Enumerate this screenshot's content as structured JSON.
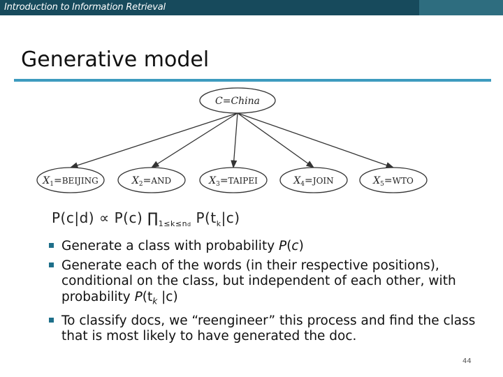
{
  "header": {
    "course_title": "Introduction to Information Retrieval"
  },
  "slide": {
    "title": "Generative model",
    "page_number": "44"
  },
  "diagram": {
    "root": {
      "var": "C",
      "value": "China"
    },
    "children": [
      {
        "var": "X",
        "sub": "1",
        "value": "BEIJING"
      },
      {
        "var": "X",
        "sub": "2",
        "value": "AND"
      },
      {
        "var": "X",
        "sub": "3",
        "value": "TAIPEI"
      },
      {
        "var": "X",
        "sub": "4",
        "value": "JOIN"
      },
      {
        "var": "X",
        "sub": "5",
        "value": "WTO"
      }
    ]
  },
  "formula": {
    "lhs": "P(c|d) ∝ P(c) ∏",
    "sub": "1≤k≤n",
    "sub2": "d",
    "rhs": " P(t",
    "rhs_sub": "k",
    "rhs_end": "|c)"
  },
  "bullets": [
    {
      "pre": "Generate a class with probability ",
      "italic": "P",
      "post": "(",
      "italic2": "c",
      "post2": ")",
      "sub": "",
      "end": ""
    },
    {
      "pre": "Generate each of the words (in their respective positions), conditional on the class, but independent of each other, with probability ",
      "italic": "P",
      "post": "(t",
      "italic2": "",
      "post2": "",
      "sub": "k",
      "end": " |c)"
    },
    {
      "pre": "To classify docs, we “reengineer” this process and find the class that is most likely to have generated the doc.",
      "italic": "",
      "post": "",
      "italic2": "",
      "post2": "",
      "sub": "",
      "end": ""
    }
  ],
  "colors": {
    "header_bg": "#174a5c",
    "header_accent": "#2e6d7f",
    "rule": "#3d9bbf",
    "bullet": "#1e6f8a"
  }
}
